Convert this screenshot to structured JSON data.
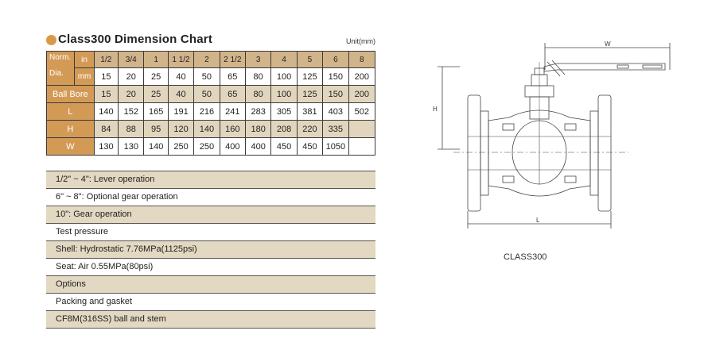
{
  "title": "Class300 Dimension Chart",
  "unit": "Unit(mm)",
  "table": {
    "norm_label_1": "Norm.",
    "norm_label_2": "Dia.",
    "in_label": "in",
    "mm_label": "mm",
    "in_values": [
      "1/2",
      "3/4",
      "1",
      "1 1/2",
      "2",
      "2 1/2",
      "3",
      "4",
      "5",
      "6",
      "8"
    ],
    "mm_values": [
      "15",
      "20",
      "25",
      "40",
      "50",
      "65",
      "80",
      "100",
      "125",
      "150",
      "200"
    ],
    "rows": [
      {
        "label": "Ball Bore",
        "values": [
          "15",
          "20",
          "25",
          "40",
          "50",
          "65",
          "80",
          "100",
          "125",
          "150",
          "200"
        ]
      },
      {
        "label": "L",
        "values": [
          "140",
          "152",
          "165",
          "191",
          "216",
          "241",
          "283",
          "305",
          "381",
          "403",
          "502"
        ]
      },
      {
        "label": "H",
        "values": [
          "84",
          "88",
          "95",
          "120",
          "140",
          "160",
          "180",
          "208",
          "220",
          "335",
          ""
        ]
      },
      {
        "label": "W",
        "values": [
          "130",
          "130",
          "140",
          "250",
          "250",
          "400",
          "400",
          "450",
          "450",
          "1050",
          ""
        ]
      }
    ]
  },
  "notes": [
    "1/2\" ~ 4\": Lever operation",
    "6\" ~ 8\": Optional gear operation",
    "10\": Gear operation",
    "Test pressure",
    "Shell: Hydrostatic 7.76MPa(1125psi)",
    "Seat: Air 0.55MPa(80psi)",
    "Options",
    "Packing and gasket",
    "CF8M(316SS) ball and stem"
  ],
  "drawing": {
    "dim_w": "W",
    "dim_h": "H",
    "dim_l": "L",
    "caption": "CLASS300"
  },
  "colors": {
    "accent": "#d39a56",
    "header": "#d1b48a",
    "row_tan": "#e1d6bd"
  }
}
